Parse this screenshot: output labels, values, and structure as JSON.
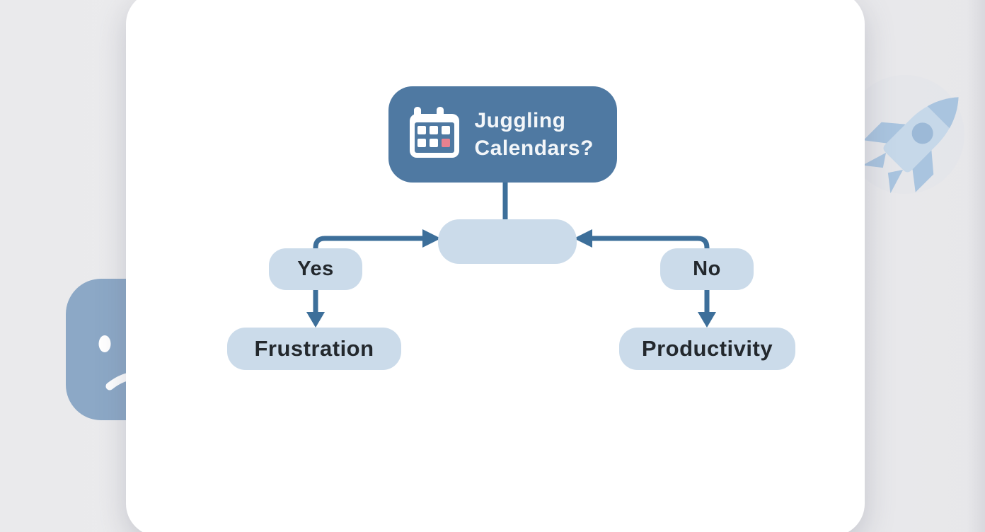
{
  "diagram": {
    "title_node": {
      "label": "Juggling Calendars?",
      "icon": "calendar-icon"
    },
    "junction_node": {
      "label": ""
    },
    "branches": [
      {
        "label": "Yes",
        "result": "Frustration"
      },
      {
        "label": "No",
        "result": "Productivity"
      }
    ]
  },
  "colors": {
    "background": "#ebebec",
    "card": "#ffffff",
    "primary_node": "#4f79a2",
    "light_node": "#cbdbea",
    "connector": "#3d6f9a",
    "node_text": "#23282d",
    "title_text": "#f3f6f9",
    "calendar_highlight_pink": "#e9818f",
    "decor_face_blue": "#8ca8c6",
    "decor_rocket_light": "#c6d8e9",
    "decor_rocket_dark": "#a9c4df"
  },
  "decorations": [
    {
      "name": "sad-face-icon",
      "position": "left-edge"
    },
    {
      "name": "rocket-icon",
      "position": "right-edge"
    }
  ]
}
